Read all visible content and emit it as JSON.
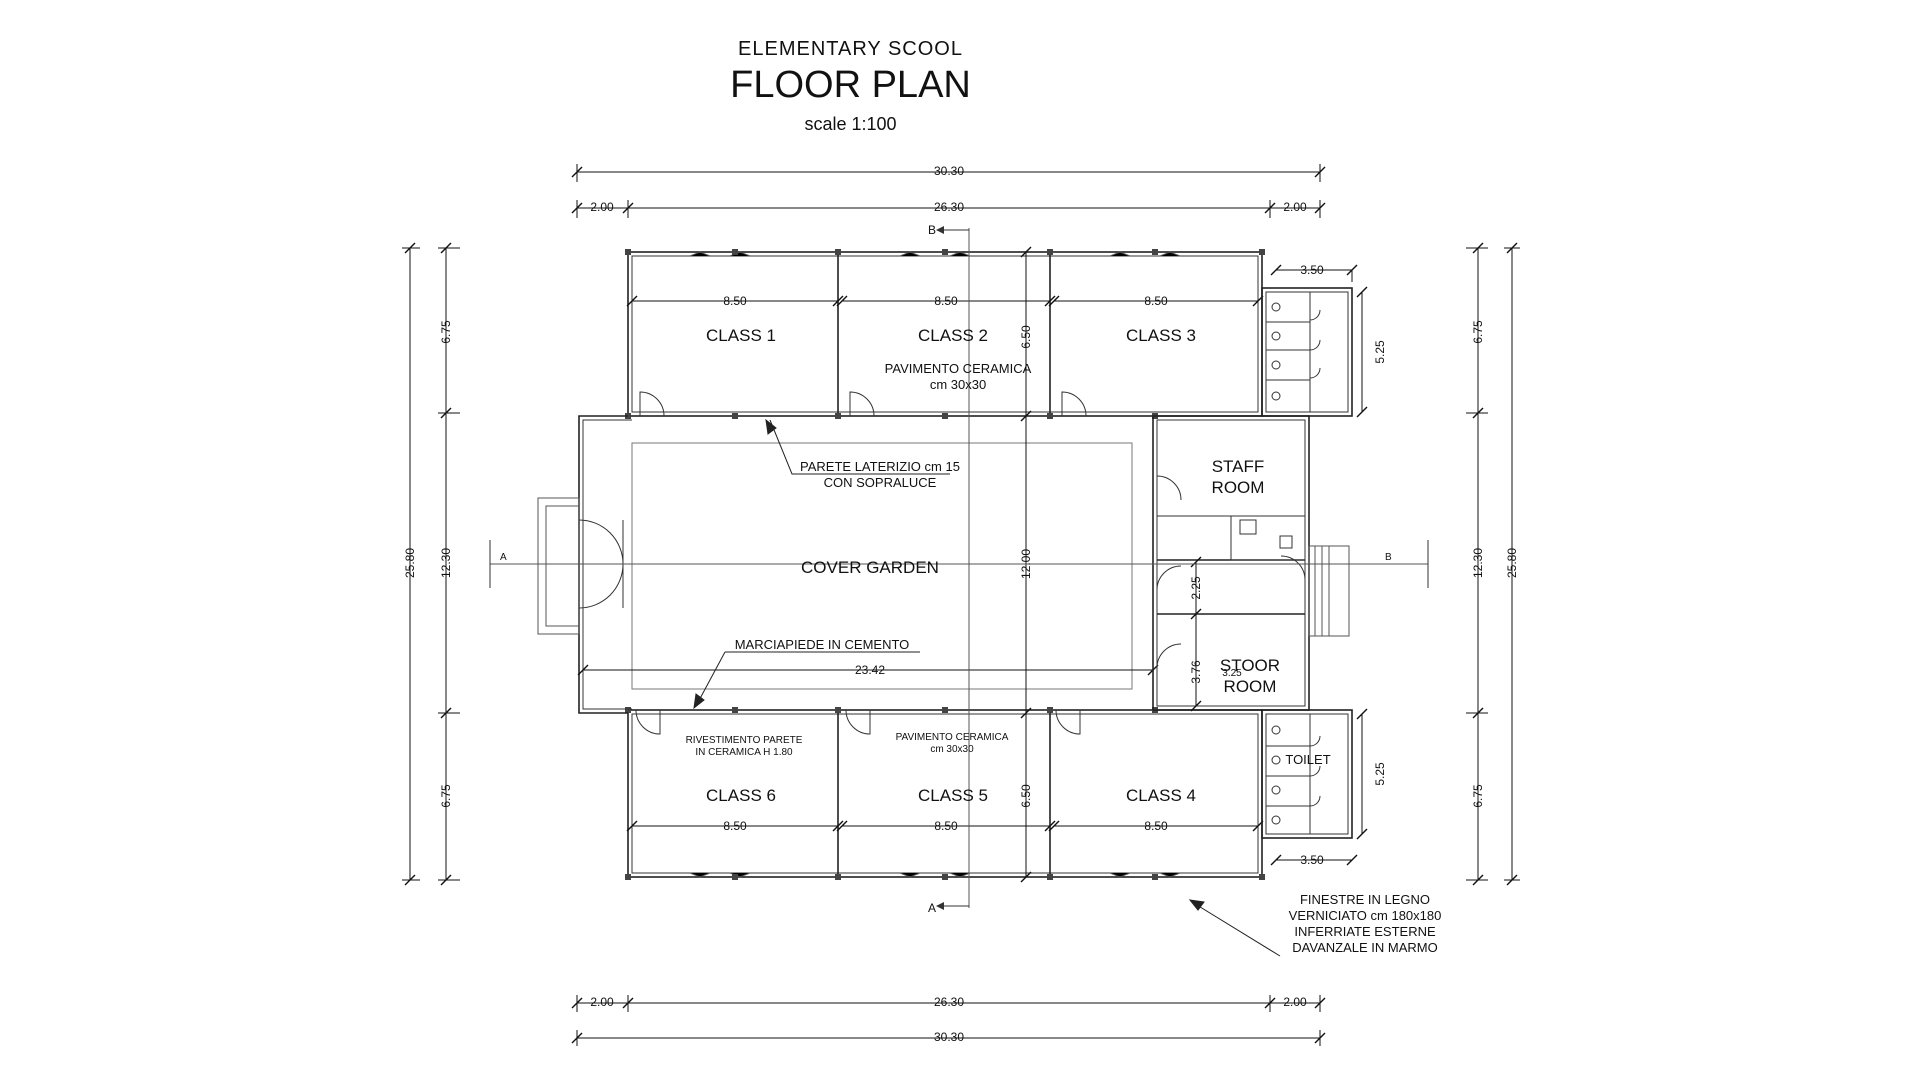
{
  "header": {
    "subtitle": "ELEMENTARY  SCOOL",
    "title": "FLOOR PLAN",
    "scale": "scale 1:100"
  },
  "rooms": {
    "class1": "CLASS  1",
    "class2": "CLASS 2",
    "class3": "CLASS 3",
    "class4": "CLASS 4",
    "class5": "CLASS 5",
    "class6": "CLASS 6",
    "garden": "COVER GARDEN",
    "staff1": "STAFF",
    "staff2": "ROOM",
    "stoor1": "STOOR",
    "stoor2": "ROOM",
    "toilet": "TOILET"
  },
  "notes": {
    "floor_top_1": "PAVIMENTO CERAMICA",
    "floor_top_2": "cm 30x30",
    "wall_1": "PARETE LATERIZIO cm 15",
    "wall_2": "CON SOPRALUCE",
    "walk": "MARCIAPIEDE IN CEMENTO",
    "cladding_1": "RIVESTIMENTO PARETE",
    "cladding_2": "IN CERAMICA H 1.80",
    "floor_bot_1": "PAVIMENTO CERAMICA",
    "floor_bot_2": "cm 30x30",
    "win_1": "FINESTRE IN LEGNO",
    "win_2": "VERNICIATO cm 180x180",
    "win_3": "INFERRIATE ESTERNE",
    "win_4": "DAVANZALE IN MARMO"
  },
  "sections": {
    "a": "A",
    "b": "B"
  },
  "dimensions": {
    "total_width": "30.30",
    "inner_width": "26.30",
    "side_margin": "2.00",
    "class_width": "8.50",
    "toilet_width": "3.50",
    "toilet_depth": "5.25",
    "class_depth": "6.75",
    "class_inner_depth": "6.50",
    "middle_depth": "12.30",
    "garden_depth": "12.00",
    "total_depth": "25.80",
    "garden_width": "23.42",
    "corridor": "2.25",
    "store": "3.76",
    "store2": "3.25"
  }
}
